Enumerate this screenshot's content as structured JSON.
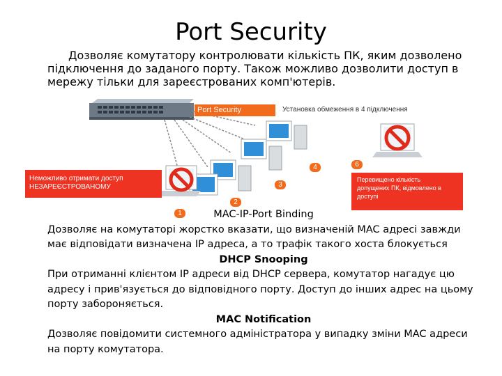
{
  "title": "Port Security",
  "intro": "Дозволяє комутатору контролювати кількість ПК, яким дозволено підключення до заданого порту. Також можливо дозволити доступ в мережу тільки для зареєстрованих комп'ютерів.",
  "diagram": {
    "badge": "Port Security",
    "note": "Установка обмеження в 4 підключення",
    "left_box_line1": "Неможливо отримати доступ",
    "left_box_line2": "НЕЗАРЕЄСТРОВАНОМУ",
    "right_box": "Перевищено кількість допущених ПК, відмовлено в доступі",
    "markers": [
      "1",
      "2",
      "3",
      "4",
      "6"
    ]
  },
  "sections": [
    {
      "heading": "MAC-IP-Port Binding",
      "text": "Дозволяє на комутаторі жорстко вказати, що визначеній MAC адресі завжди має відповідати визначена IP адреса, а то трафік такого хоста блокується"
    },
    {
      "heading": "DHCP Snooping",
      "text": "При отриманні клієнтом IP адреси від DHCP сервера, комутатор нагадує цю адресу і прив'язується до відповідного порту. Доступ до інших адрес на цьому порту забороняється."
    },
    {
      "heading": "MAC Notification",
      "text": "Дозволяє повідомити системного адміністратора у випадку зміни MAC адреси на порту комутатора."
    }
  ]
}
